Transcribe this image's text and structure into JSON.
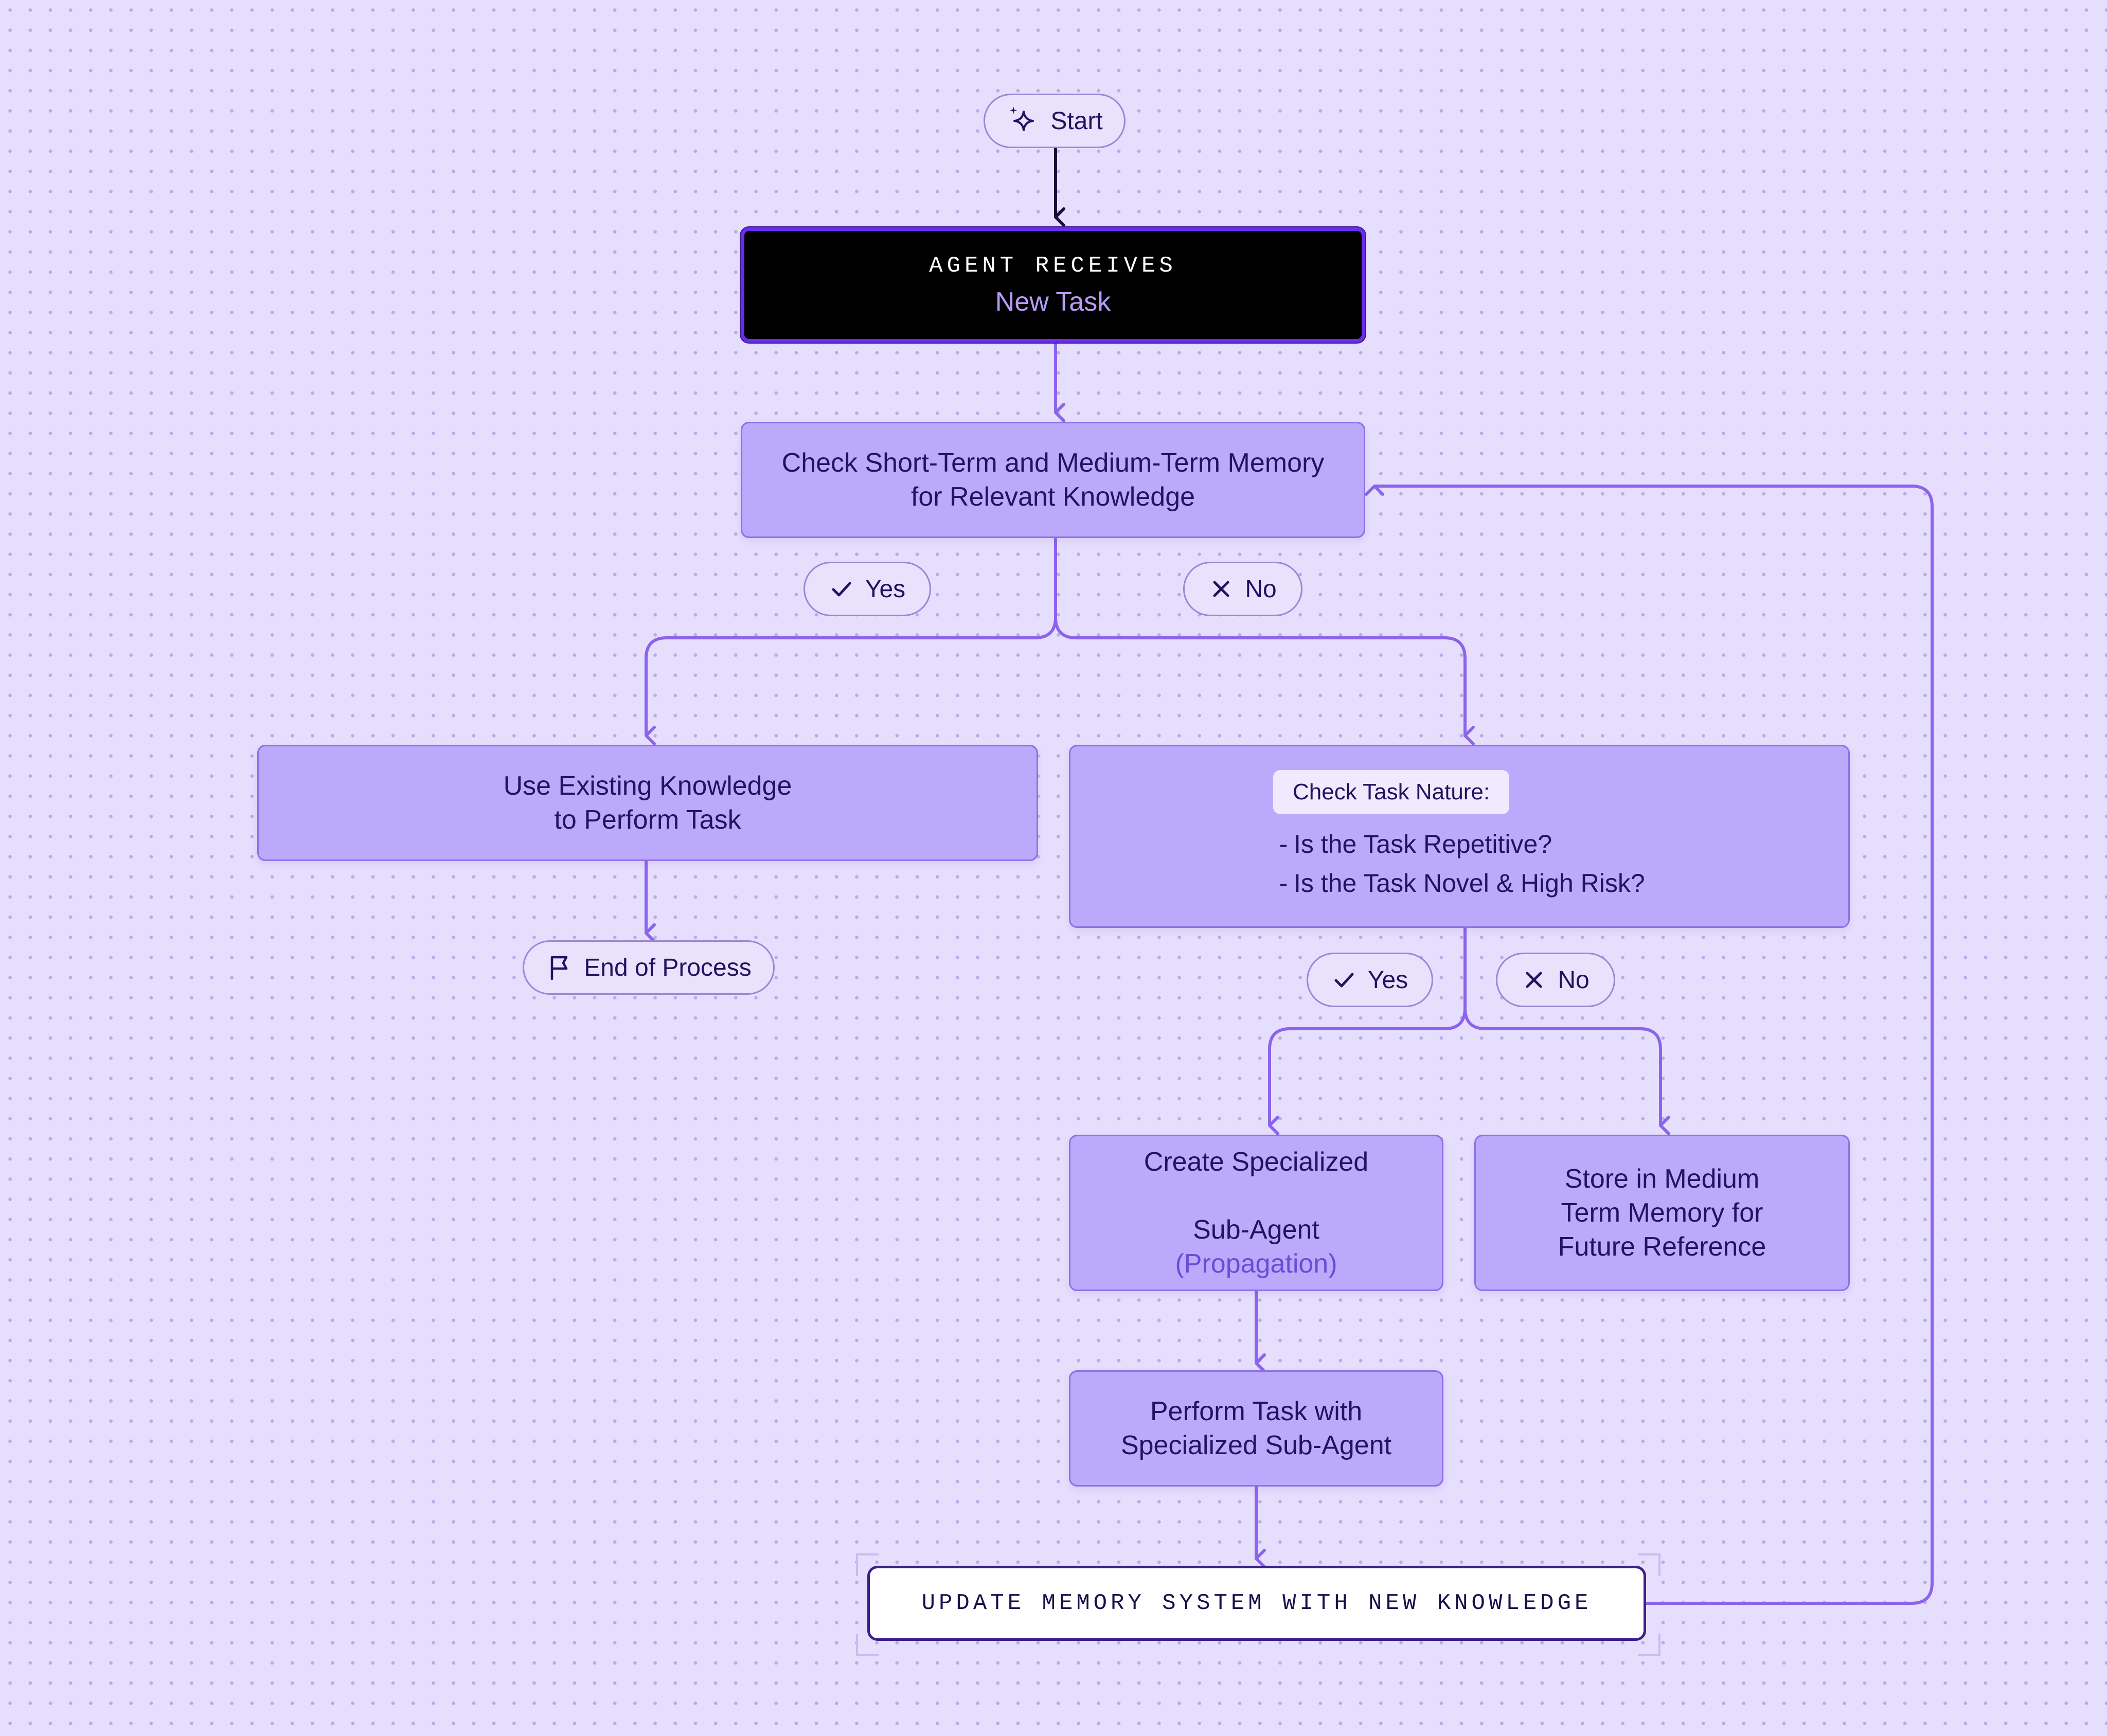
{
  "colors": {
    "background": "#e6defd",
    "node_fill": "#bba9fb",
    "node_border": "#8f6ee8",
    "connector": "#8b63ec",
    "dark_node": "#000000",
    "dark_node_border": "#6a2cf0",
    "text": "#23125e",
    "accent_text": "#6d4bd6"
  },
  "nodes": {
    "start": {
      "label": "Start",
      "icon": "sparkle-icon"
    },
    "receive": {
      "eyebrow": "AGENT RECEIVES",
      "title": "New Task"
    },
    "check_memory": {
      "label": "Check Short-Term and Medium-Term Memory\nfor Relevant Knowledge"
    },
    "use_existing": {
      "label": "Use Existing Knowledge\nto Perform Task"
    },
    "end": {
      "label": "End of Process",
      "icon": "flag-icon"
    },
    "check_nature": {
      "chip": "Check Task Nature:",
      "questions": [
        "Is the Task Repetitive?",
        "Is the Task Novel & High Risk?"
      ]
    },
    "create_subagent": {
      "line1": "Create Specialized",
      "line2": "Sub-Agent",
      "accent": "(Propagation)"
    },
    "store_medium": {
      "label": "Store in Medium\nTerm Memory for\nFuture Reference"
    },
    "perform_subagent": {
      "label": "Perform Task with\nSpecialized Sub-Agent"
    },
    "update_memory": {
      "label": "UPDATE MEMORY SYSTEM WITH NEW KNOWLEDGE"
    }
  },
  "branch_labels": {
    "memory_yes": {
      "label": "Yes",
      "icon": "check-icon"
    },
    "memory_no": {
      "label": "No",
      "icon": "x-icon"
    },
    "nature_yes": {
      "label": "Yes",
      "icon": "check-icon"
    },
    "nature_no": {
      "label": "No",
      "icon": "x-icon"
    }
  }
}
